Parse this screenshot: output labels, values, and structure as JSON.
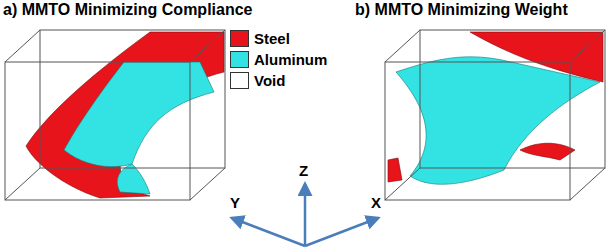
{
  "diagram": {
    "labels": [
      "a) MMTO Minimizing Compliance",
      "b) MMTO Minimizing Weight",
      "Y",
      "Z",
      "X"
    ],
    "legend": [
      {
        "text": "Steel",
        "color": "#e8141c"
      },
      {
        "text": "Aluminum",
        "color": "#33e3e3"
      },
      {
        "text": "Void",
        "color": "#ffffff"
      }
    ]
  }
}
